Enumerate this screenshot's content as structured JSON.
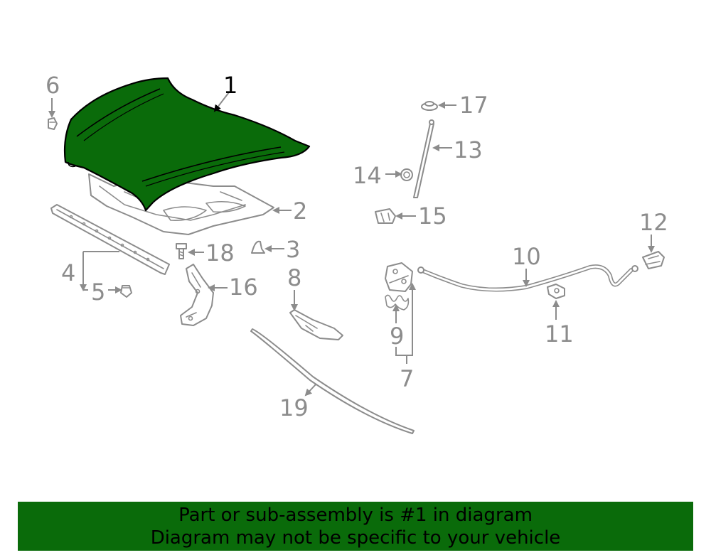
{
  "colors": {
    "highlight_fill": "#0a6b0a",
    "highlight_outline": "#000000",
    "part_line": "#8c8c8c",
    "banner_bg": "#0a6b0a",
    "banner_text": "#000000"
  },
  "highlighted_part": "1",
  "callouts": [
    "1",
    "2",
    "3",
    "4",
    "5",
    "6",
    "7",
    "8",
    "9",
    "10",
    "11",
    "12",
    "13",
    "14",
    "15",
    "16",
    "17",
    "18",
    "19"
  ],
  "banner": {
    "line1": "Part or sub-assembly is #1 in diagram",
    "line2": "Diagram may not be specific to your vehicle"
  }
}
